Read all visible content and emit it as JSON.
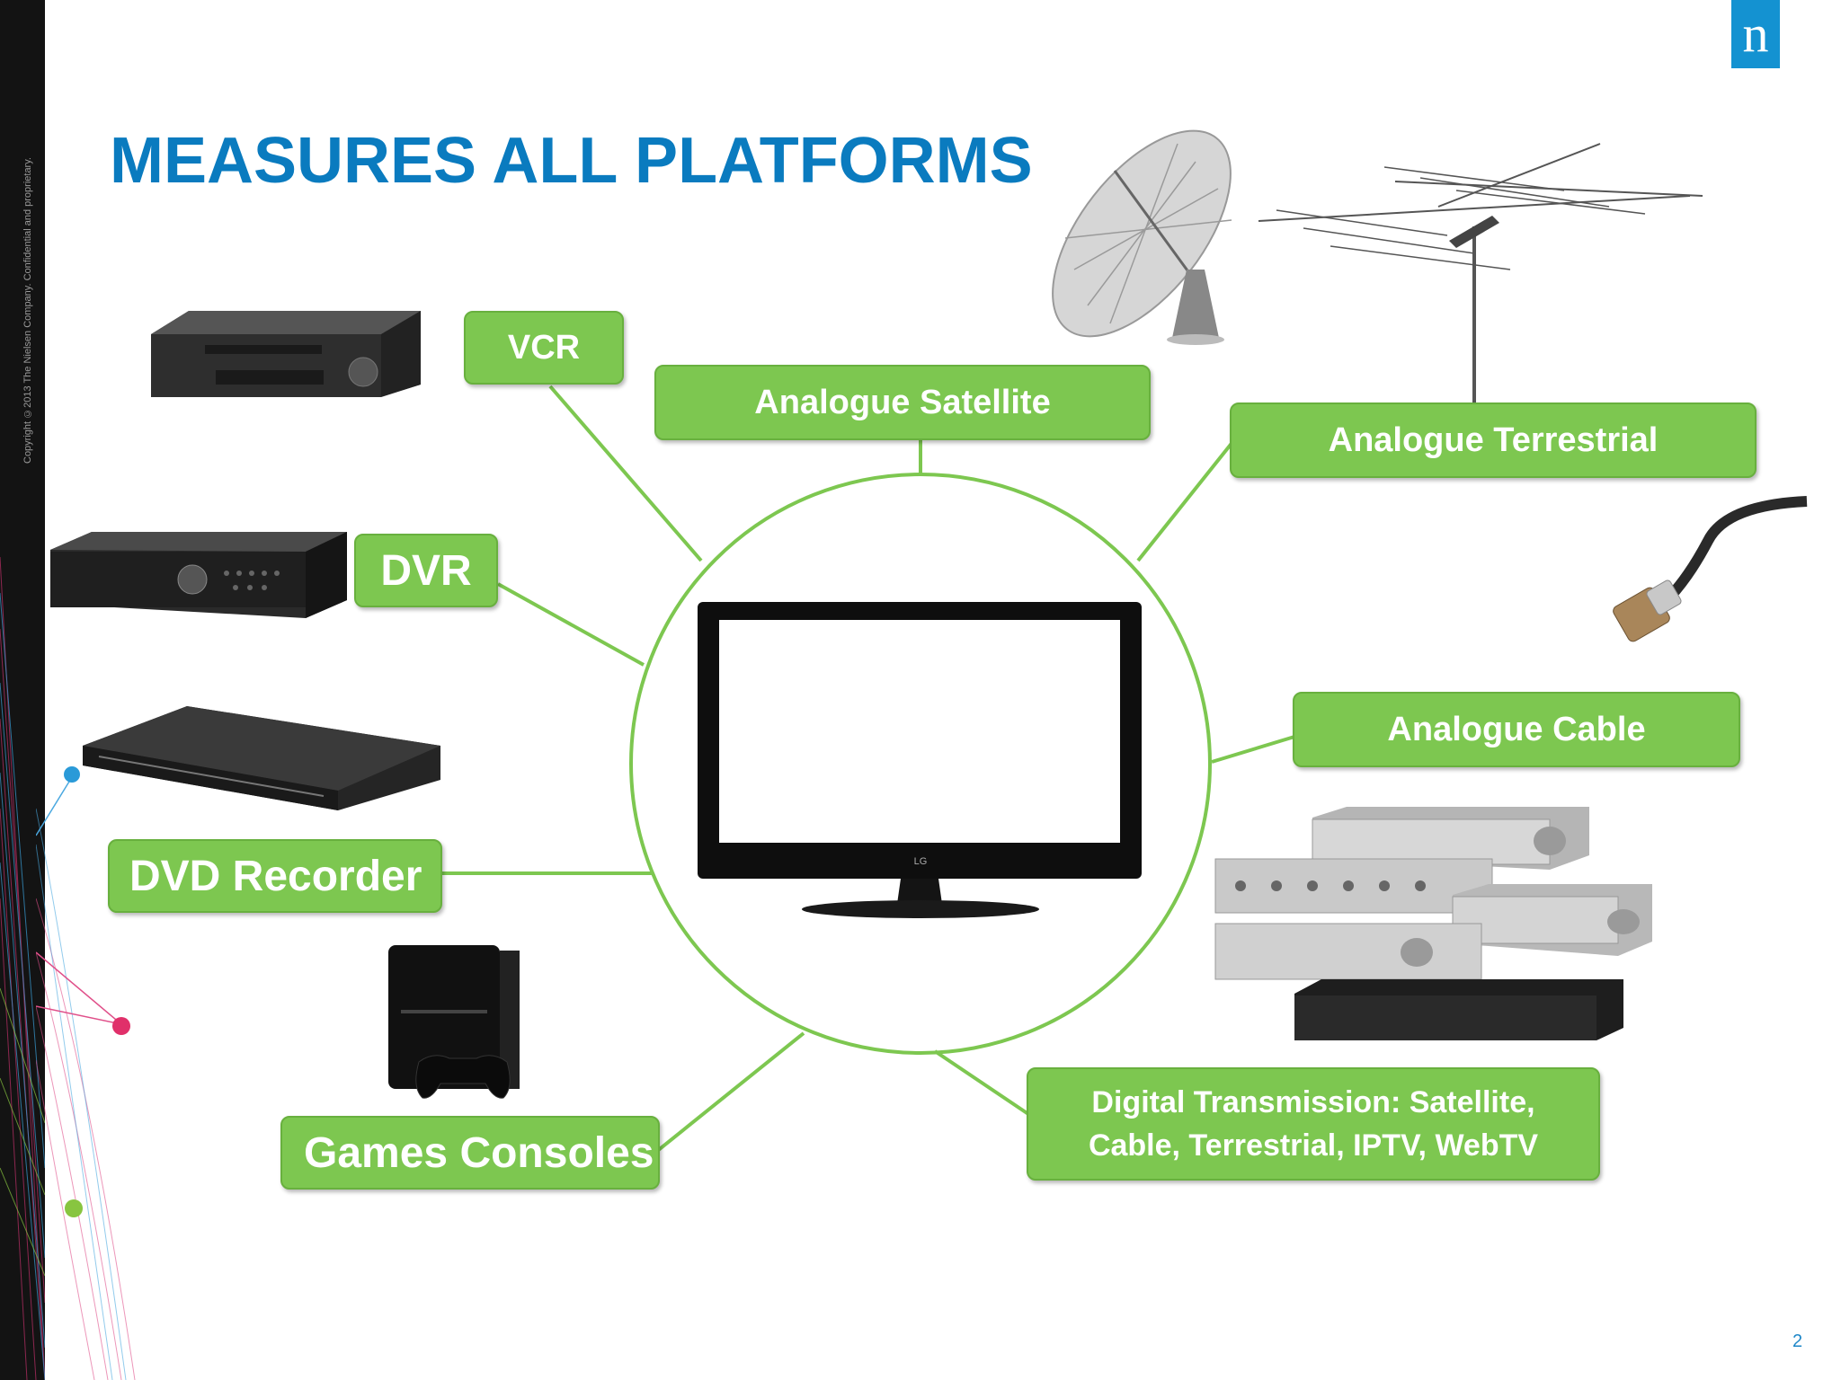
{
  "header": {
    "title": "MEASURES ALL PLATFORMS",
    "copyright": "Copyright ©2013 The Nielsen Company. Confidential and proprietary.",
    "logo_letter": "n",
    "page_number": "2"
  },
  "platforms": [
    {
      "id": "vcr",
      "label": "VCR"
    },
    {
      "id": "analogue-satellite",
      "label": "Analogue Satellite"
    },
    {
      "id": "analogue-terrestrial",
      "label": "Analogue Terrestrial"
    },
    {
      "id": "dvr",
      "label": "DVR"
    },
    {
      "id": "analogue-cable",
      "label": "Analogue Cable"
    },
    {
      "id": "dvd-recorder",
      "label": "DVD Recorder"
    },
    {
      "id": "games-consoles",
      "label": "Games Consoles"
    },
    {
      "id": "digital-transmission",
      "label": "Digital Transmission: Satellite, Cable, Terrestrial, IPTV, WebTV"
    }
  ],
  "tv_brand": "LG",
  "colors": {
    "accent_green": "#7dc750",
    "title_blue": "#0a7bbf",
    "logo_blue": "#1492d1"
  }
}
